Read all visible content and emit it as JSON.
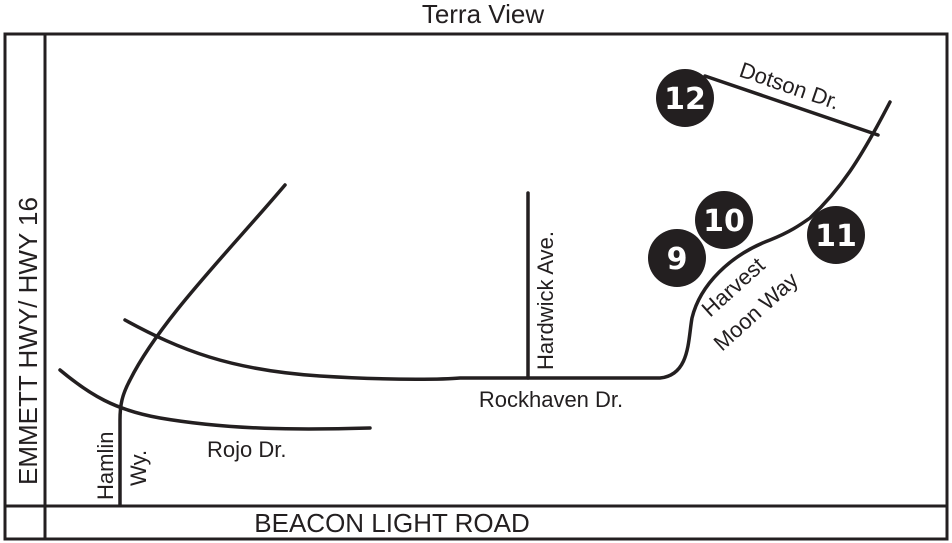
{
  "title": "Terra View",
  "roads": {
    "highway": "EMMETT HWY/ HWY 16",
    "beacon": "BEACON LIGHT ROAD",
    "hamlin_1": "Hamlin",
    "hamlin_2": "Wy.",
    "rojo": "Rojo Dr.",
    "rockhaven": "Rockhaven Dr.",
    "hardwick": "Hardwick Ave.",
    "harvest_1": "Harvest",
    "harvest_2": "Moon Way",
    "dotson": "Dotson Dr."
  },
  "markers": [
    "12",
    "10",
    "9",
    "11"
  ],
  "colors": {
    "ink": "#231f20",
    "background": "#ffffff"
  }
}
